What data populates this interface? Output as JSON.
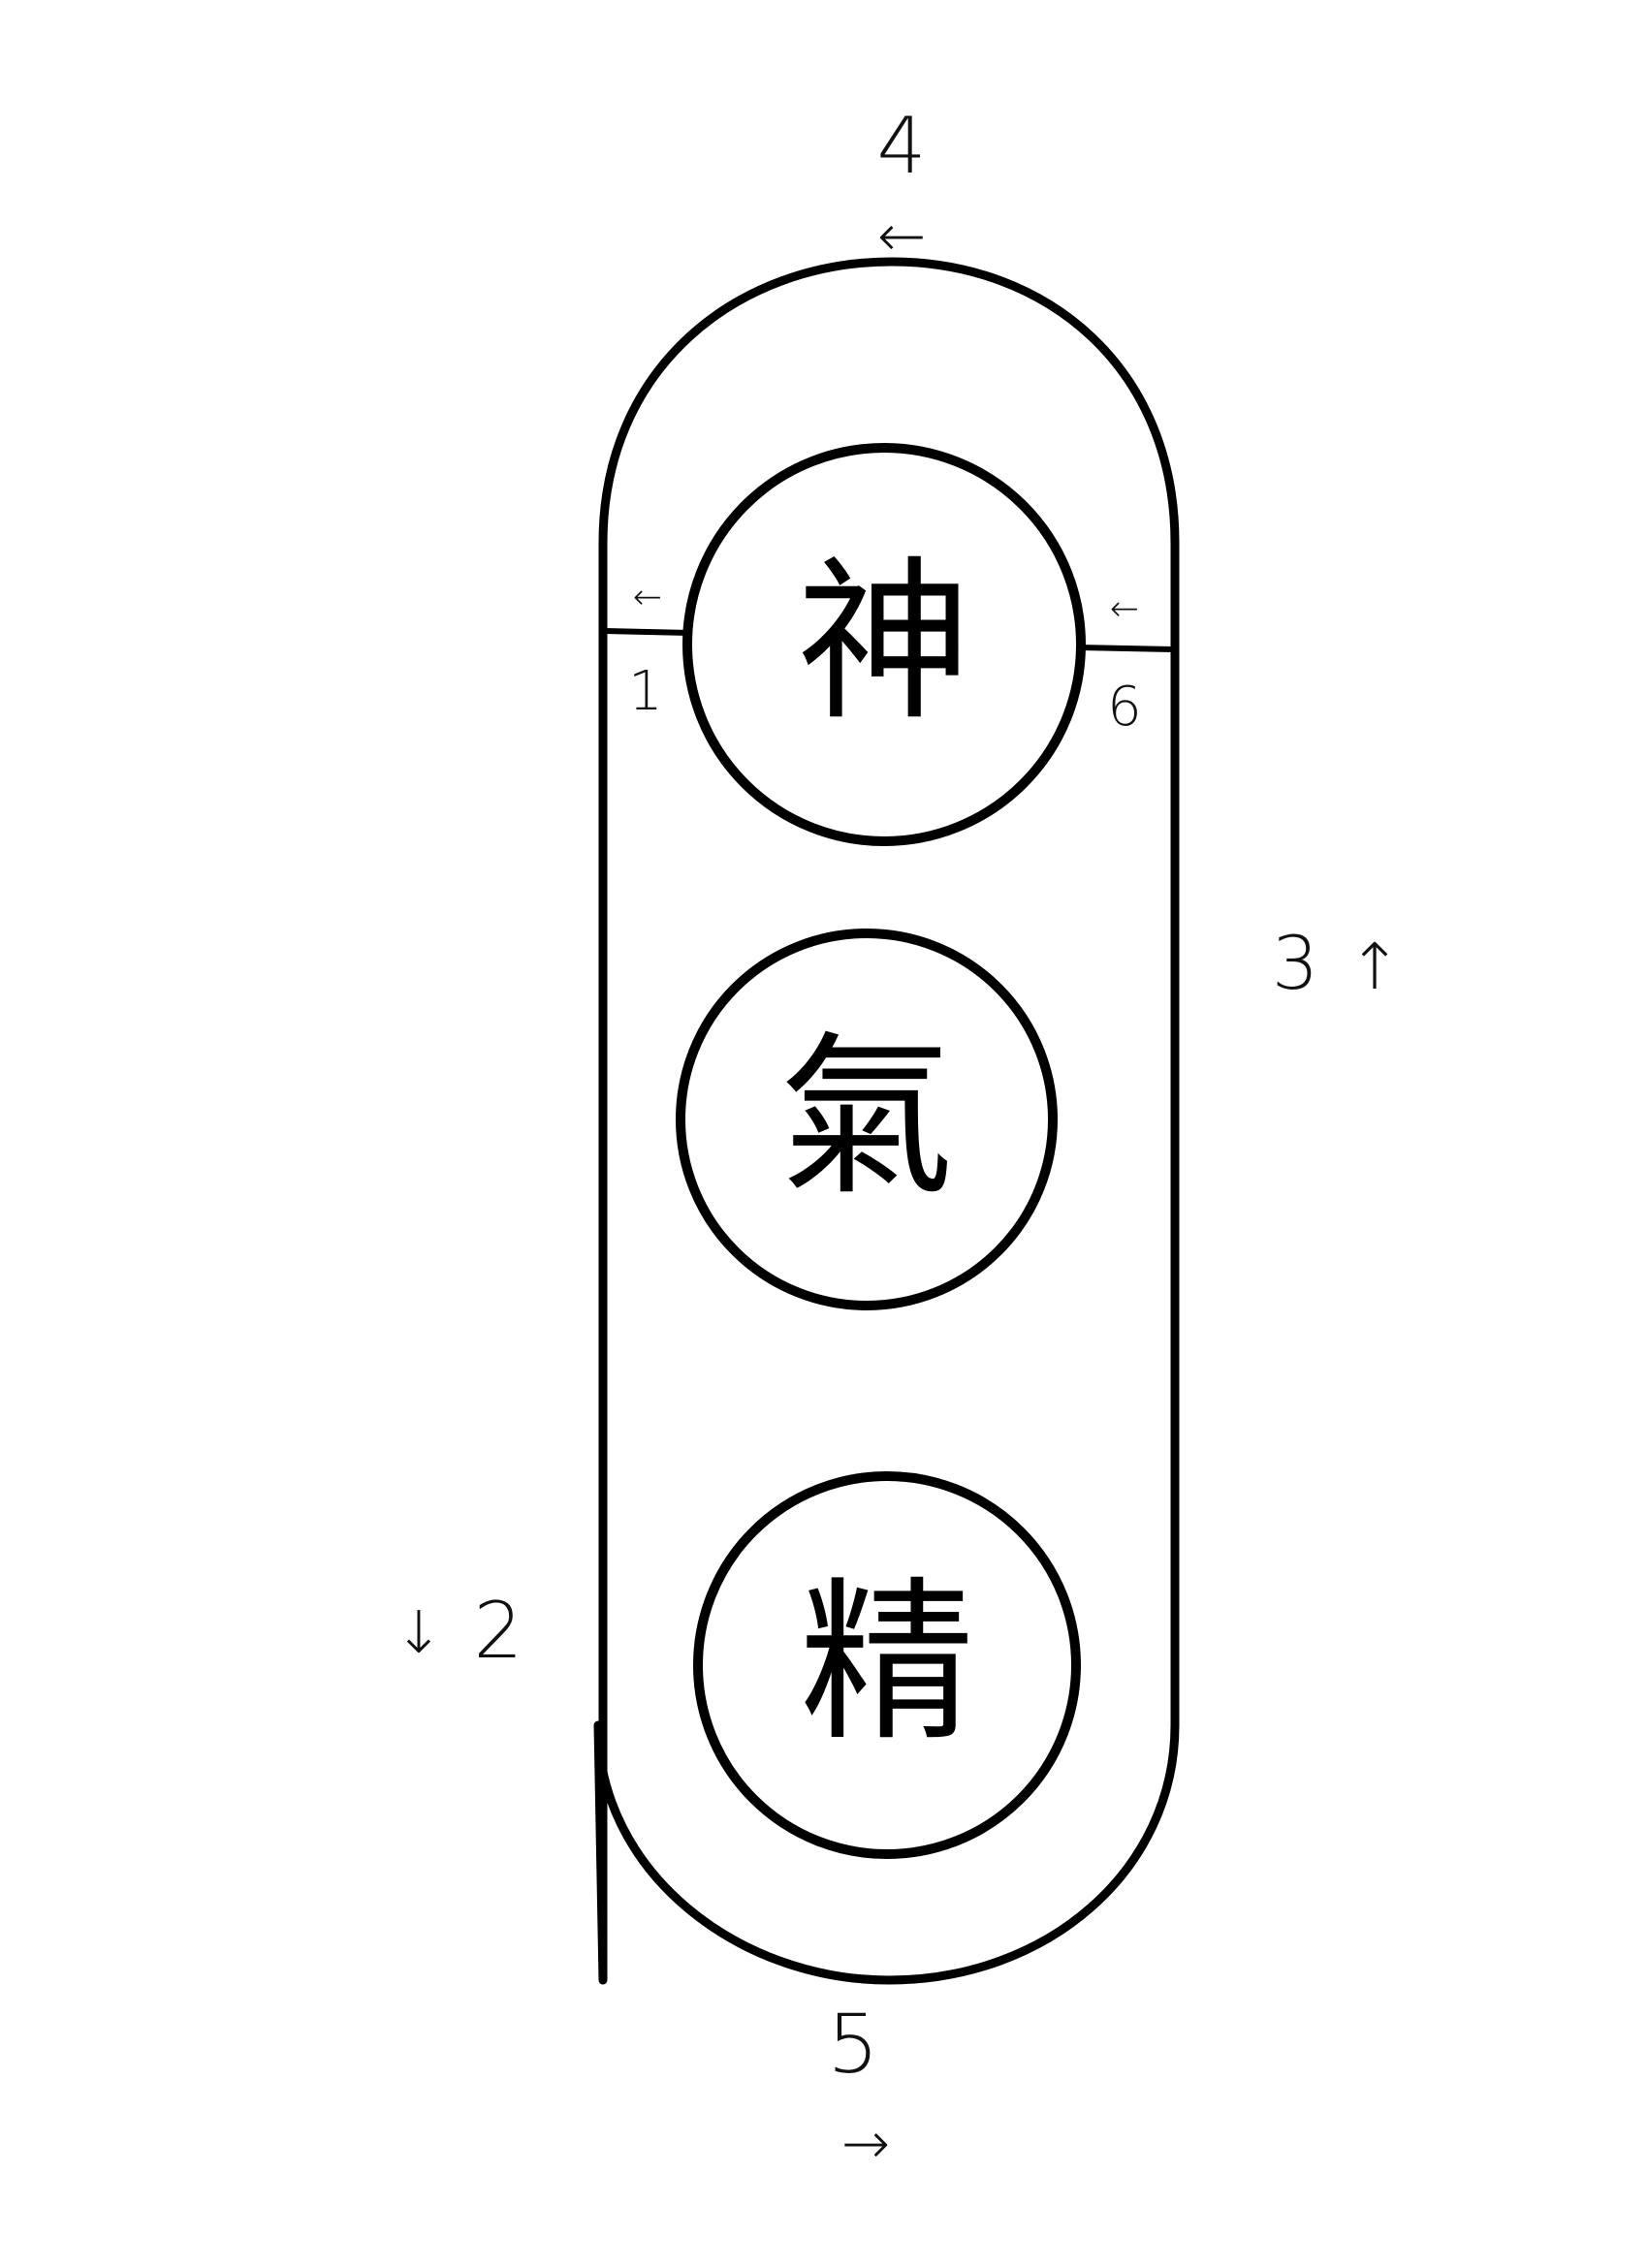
{
  "circles": [
    {
      "label": "神"
    },
    {
      "label": "氣"
    },
    {
      "label": "精"
    }
  ],
  "labels": {
    "one": "1",
    "two": "2",
    "three": "3",
    "four": "4",
    "five": "5",
    "six": "6"
  },
  "arrows": {
    "left": "←",
    "right": "→",
    "up": "↑",
    "down": "↓"
  }
}
